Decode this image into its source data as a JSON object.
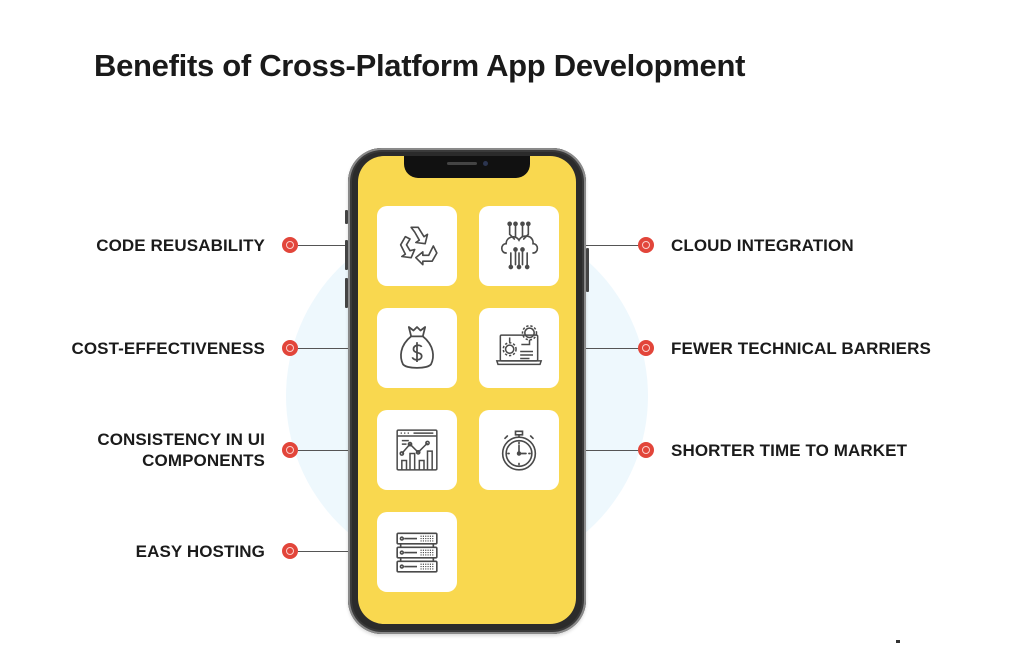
{
  "title": "Benefits of Cross-Platform App Development",
  "colors": {
    "screen": "#f9d84f",
    "accent_dot": "#e2453a",
    "background_circle": "#eef8fd",
    "phone_frame": "#2b2b2b"
  },
  "benefits": {
    "left": [
      {
        "label": "CODE REUSABILITY",
        "icon": "recycle-icon"
      },
      {
        "label": "COST-EFFECTIVENESS",
        "icon": "money-bag-icon"
      },
      {
        "label_line1": "CONSISTENCY IN UI",
        "label_line2": "COMPONENTS",
        "icon": "dashboard-chart-icon"
      },
      {
        "label": "EASY HOSTING",
        "icon": "server-rack-icon"
      }
    ],
    "right": [
      {
        "label": "CLOUD INTEGRATION",
        "icon": "cloud-circuit-icon"
      },
      {
        "label": "FEWER TECHNICAL BARRIERS",
        "icon": "laptop-gears-icon"
      },
      {
        "label": "SHORTER TIME TO MARKET",
        "icon": "stopwatch-icon"
      }
    ]
  }
}
